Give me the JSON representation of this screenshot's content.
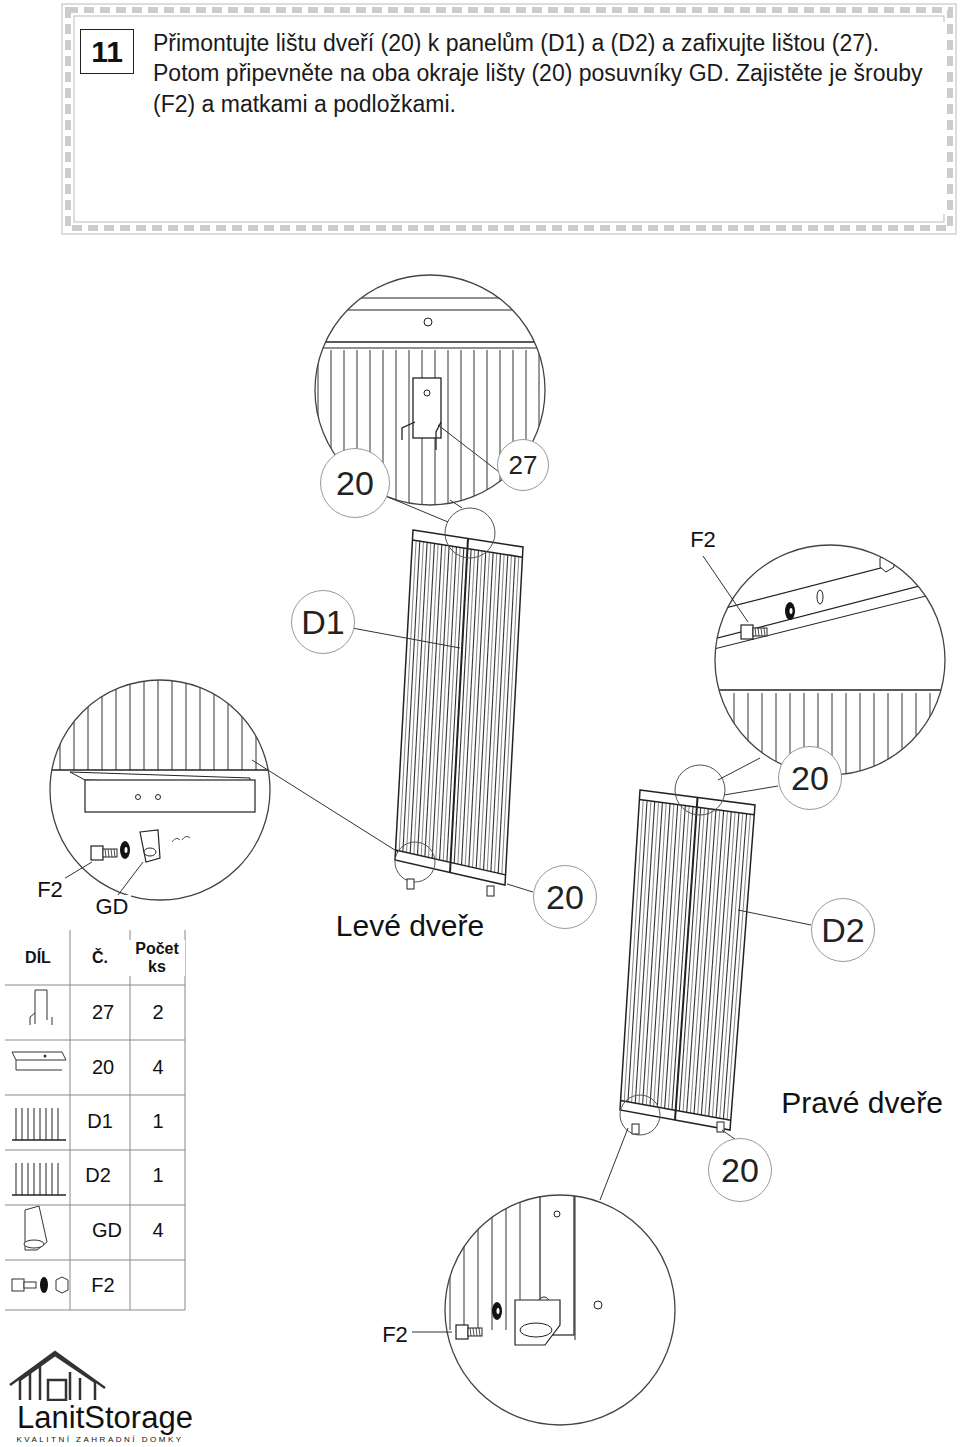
{
  "diagram": {
    "nodes": [
      {
        "text": [
          "11"
        ]
      },
      {
        "text": [
          "Přimontujte lištu dveří (20) k panelům (D1) a (D2) a zafixujte lištou (27). Potom připevněte na oba okraje lišty (20) posuvníky GD. Zajistěte je šrouby (F2) a matkami a podložkami."
        ]
      },
      {
        "text": [
          "20"
        ]
      },
      {
        "text": [
          "27"
        ]
      },
      {
        "text": [
          "D1"
        ]
      },
      {
        "text": [
          "20"
        ]
      },
      {
        "text": [
          "20"
        ]
      },
      {
        "text": [
          "D2"
        ]
      },
      {
        "text": [
          "20"
        ]
      }
    ],
    "labels": [
      "F2",
      "F2",
      "GD",
      "Levé dveře",
      "DÍL",
      "Č.",
      "Počet ks",
      "27",
      "2",
      "20",
      "4",
      "D1",
      "1",
      "D2",
      "1",
      "Pravé dveře",
      "GD",
      "4",
      "F2",
      "F2",
      "LanitStorage",
      "KVALITNÍ ZAHRADNÍ DOMKY"
    ]
  }
}
